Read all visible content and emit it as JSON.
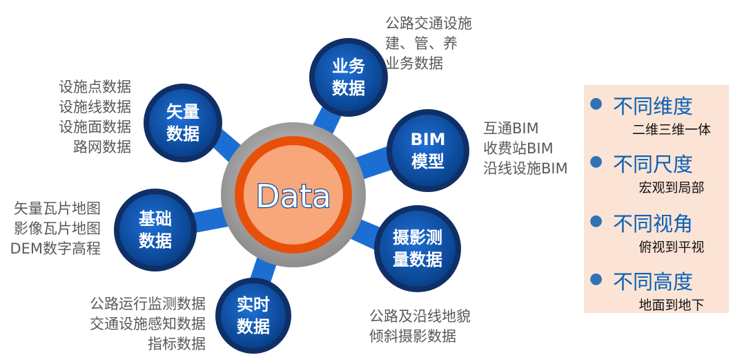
{
  "center": {
    "label": "Data"
  },
  "nodes": [
    {
      "id": "vector",
      "lines": [
        "矢量",
        "数据"
      ]
    },
    {
      "id": "business",
      "lines": [
        "业务",
        "数据"
      ]
    },
    {
      "id": "bim",
      "lines": [
        "BIM",
        "模型"
      ]
    },
    {
      "id": "base",
      "lines": [
        "基础",
        "数据"
      ]
    },
    {
      "id": "photo",
      "lines": [
        "摄影测",
        "量数据"
      ]
    },
    {
      "id": "realtime",
      "lines": [
        "实时",
        "数据"
      ]
    }
  ],
  "descriptions": {
    "vector": [
      "设施点数据",
      "设施线数据",
      "设施面数据",
      "路网数据"
    ],
    "business": [
      "公路交通设施",
      "建、管、养",
      "业务数据"
    ],
    "bim": [
      "互通BIM",
      "收费站BIM",
      "沿线设施BIM"
    ],
    "base": [
      "矢量瓦片地图",
      "影像瓦片地图",
      "DEM数字高程"
    ],
    "photo": [
      "公路及沿线地貌",
      "倾斜摄影数据"
    ],
    "realtime": [
      "公路运行监测数据",
      "交通设施感知数据",
      "指标数据"
    ]
  },
  "legend": [
    {
      "title": "不同维度",
      "sub": "二维三维一体"
    },
    {
      "title": "不同尺度",
      "sub": "宏观到局部"
    },
    {
      "title": "不同视角",
      "sub": "俯视到平视"
    },
    {
      "title": "不同高度",
      "sub": "地面到地下"
    }
  ],
  "colors": {
    "node_fill": "#0a4ea3",
    "node_ring": "#0f2f66",
    "connector": "#1d6ed3",
    "center_outer": "#a6a6a6",
    "center_ring": "#e8500a",
    "center_fill": "#f7a77a",
    "center_text": "#ffffff",
    "center_text_outline": "#0a4ea3",
    "legend_bg": "#fbe4d5",
    "legend_title": "#0b5fb5",
    "desc_text": "#595959"
  }
}
